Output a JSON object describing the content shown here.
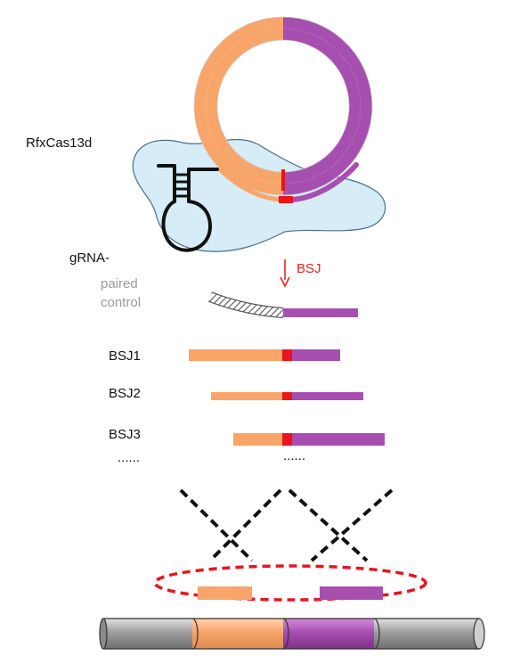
{
  "labels": {
    "enzyme": "RfxCas13d",
    "grna_prefix": "gRNA-",
    "paired_control_line1": "paired",
    "paired_control_line2": "control",
    "bsj_marker": "BSJ",
    "guides": [
      "BSJ1",
      "BSJ2",
      "BSJ3"
    ],
    "ellipsis_left": "......",
    "ellipsis_center": "......"
  },
  "colors": {
    "exon_orange": "#f8a56a",
    "exon_purple": "#a64fb0",
    "junction_red": "#e8141e",
    "cas13_body": "#d6ecf6",
    "cas13_outline": "#4a6f8a",
    "accent_red": "#e02a1b",
    "label_gray": "#9a9a9a",
    "intron_gray": "#b5b5b5"
  },
  "icons": {
    "bsj_arrow": "down-arrow-icon",
    "stem_loop": "grna-stem-loop-icon"
  }
}
